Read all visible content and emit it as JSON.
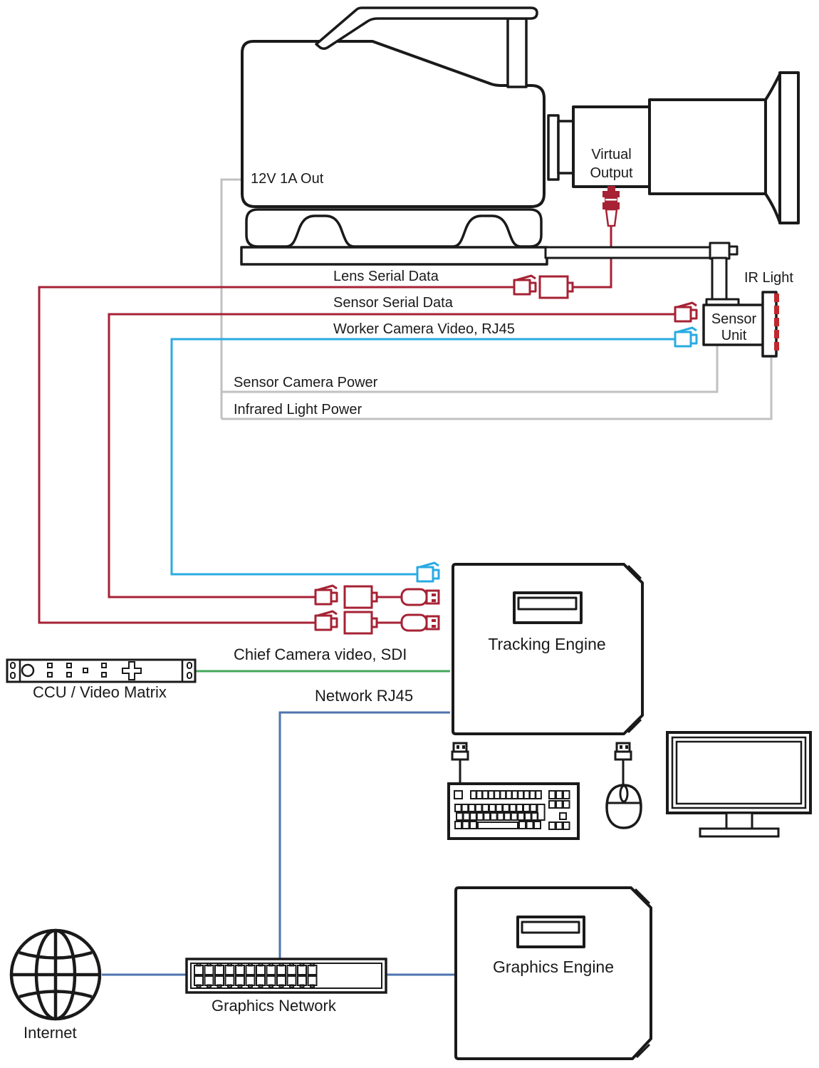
{
  "camera": {
    "power_out": "12V 1A Out",
    "virtual_output": "Virtual Output"
  },
  "sensor": {
    "unit_label": "Sensor Unit",
    "ir_light_label": "IR Light"
  },
  "cable_labels": {
    "lens_serial": "Lens Serial Data",
    "sensor_serial": "Sensor Serial Data",
    "worker_video": "Worker Camera Video, RJ45",
    "sensor_power": "Sensor Camera Power",
    "ir_power": "Infrared Light Power",
    "chief_video": "Chief Camera video, SDI",
    "network": "Network RJ45"
  },
  "devices": {
    "ccu": "CCU / Video Matrix",
    "tracking_engine": "Tracking Engine",
    "graphics_engine": "Graphics Engine",
    "graphics_network": "Graphics Network",
    "internet": "Internet"
  },
  "colors": {
    "serial_data": "#A62234",
    "rj45_video": "#29ABE2",
    "sdi_green": "#44A75A",
    "network_blue": "#4E74AE",
    "power_gray": "#C0C0C0",
    "ir_marker_red": "#C1272D"
  }
}
